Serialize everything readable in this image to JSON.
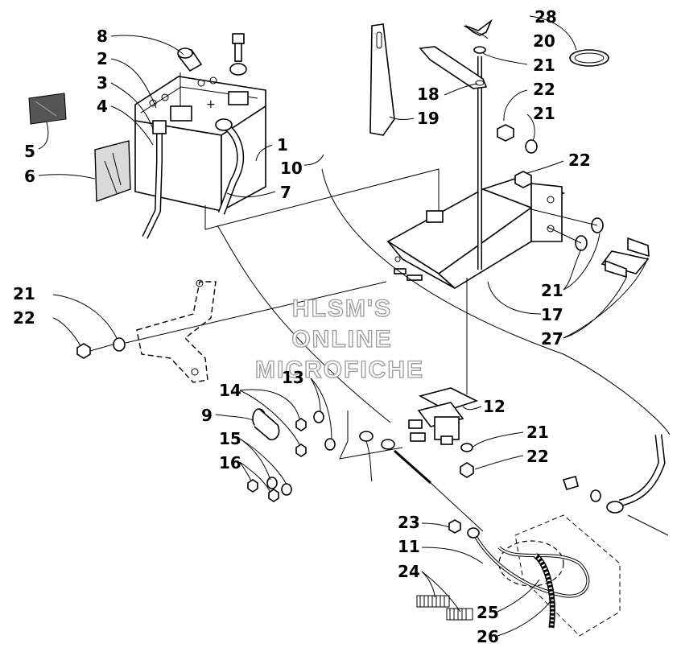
{
  "watermark": {
    "line1": "HLSM'S",
    "line2": "ONLINE",
    "line3": "MICROFICHE"
  },
  "callouts": [
    "1",
    "2",
    "3",
    "4",
    "5",
    "6",
    "7",
    "8",
    "9",
    "10",
    "11",
    "12",
    "13",
    "14",
    "15",
    "16",
    "17",
    "18",
    "19",
    "20",
    "21",
    "22",
    "23",
    "24",
    "25",
    "26",
    "27",
    "28"
  ],
  "labels": {
    "c1": "1",
    "c2": "2",
    "c3": "3",
    "c4": "4",
    "c5": "5",
    "c6": "6",
    "c7": "7",
    "c8": "8",
    "c9": "9",
    "c10": "10",
    "c11": "11",
    "c12": "12",
    "c13": "13",
    "c14": "14",
    "c15": "15",
    "c16": "16",
    "c17": "17",
    "c18": "18",
    "c19": "19",
    "c20": "20",
    "c21a": "21",
    "c21b": "21",
    "c21c": "21",
    "c21d": "21",
    "c21e": "21",
    "c22a": "22",
    "c22b": "22",
    "c22c": "22",
    "c22d": "22",
    "c23": "23",
    "c24": "24",
    "c25": "25",
    "c26": "26",
    "c27": "27",
    "c28": "28"
  }
}
